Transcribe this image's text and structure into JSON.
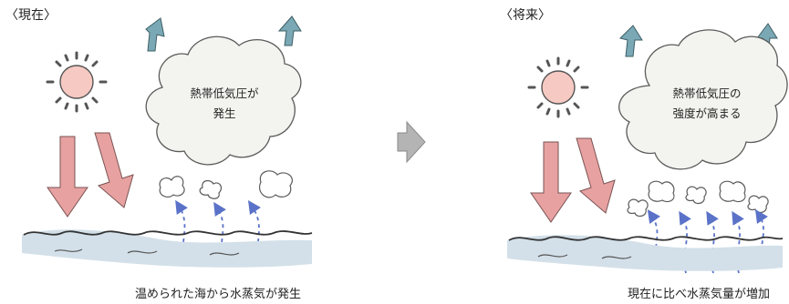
{
  "panels": {
    "left": {
      "label": "〈現在〉",
      "cloud_line1": "熱帯低気圧が",
      "cloud_line2": "発生",
      "caption": "温められた海から水蒸気が発生"
    },
    "right": {
      "label": "〈将来〉",
      "cloud_line1": "熱帯低気圧の",
      "cloud_line2": "強度が高まる",
      "caption": "現在に比べ水蒸気量が増加"
    }
  },
  "colors": {
    "sun_fill": "#f6c9c2",
    "ray": "#555555",
    "sunlight_arrow": "#e7a1a1",
    "updraft_arrow": "#7aa9b5",
    "cloud_fill": "#f3f3ef",
    "vapor_arrow": "#5a72c8",
    "sea_fill": "#d3e0e9",
    "transition_arrow": "#b4b4b4"
  },
  "icons": [
    "sun-icon",
    "cloud-icon",
    "wave-icon",
    "arrow-right-icon"
  ]
}
